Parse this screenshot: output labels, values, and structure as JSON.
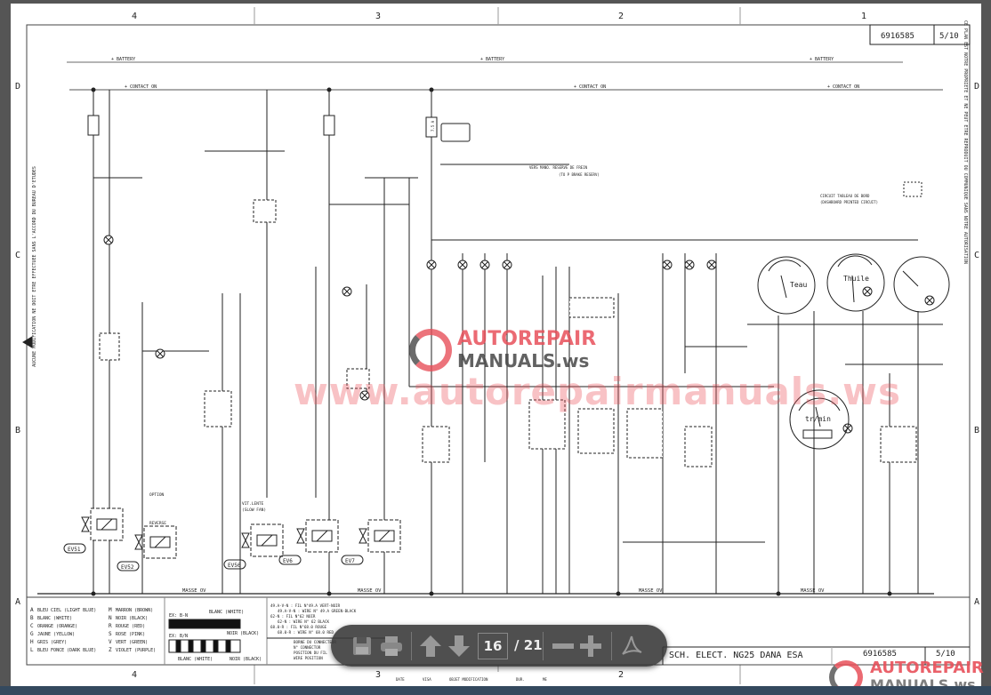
{
  "viewer": {
    "toolbar": {
      "save_icon": "floppy-disk-icon",
      "print_icon": "printer-icon",
      "prev_icon": "arrow-up-icon",
      "next_icon": "arrow-down-icon",
      "current_page": "16",
      "total_pages": "/ 21",
      "zoom_out_icon": "minus-icon",
      "zoom_in_icon": "plus-icon",
      "acrobat_icon": "acrobat-icon"
    }
  },
  "sheet": {
    "columns": [
      "4",
      "3",
      "2",
      "1"
    ],
    "rows": [
      "D",
      "C",
      "B",
      "A"
    ],
    "doc_number": "6916585",
    "sheet_number": "5/10",
    "title": "SCH. ELECT. NG25 DANA ESA",
    "left_notice": "AUCUNE MODIFICATION NE DOIT ETRE EFFECTUEE SANS L'ACCORD DU BUREAU D'ETUDES",
    "right_notice": "CE PLAN EST NOTRE PROPRIETE ET NE PEUT ETRE REPRODUIT OU COMMUNIQUE SANS NOTRE AUTORISATION",
    "revision_headers": [
      "DATE",
      "VISA",
      "OBJET MODIFICATION",
      "DUR.",
      "ME"
    ]
  },
  "diagram": {
    "battery_label": "+ BATTERY",
    "contact_label": "+ CONTACT ON",
    "ground_label": "MASSE OV",
    "fuse_label": "7.5 A",
    "brake_note": "VERS MANO. RESERVE DE FREIN",
    "brake_note_en": "(TO P BRAKE RESERV)",
    "dashboard_note": "CIRCUIT TABLEAU DE BORD",
    "dashboard_note_en": "(DASHBOARD PRINTED CIRCUIT)",
    "slow_fan": "VIT.LENTE",
    "slow_fan_en": "(SLOW FAN)",
    "option": "OPTION",
    "reverse": "REVERSE",
    "valves": [
      "EV51",
      "EV52",
      "EV56",
      "EV6",
      "EV7"
    ],
    "gauges": {
      "water_temp": "Teau",
      "oil_temp": "Thuile",
      "tachometer": "tr/min"
    }
  },
  "legend": {
    "colors": [
      [
        "A",
        "BLEU CIEL (LIGHT BLUE)",
        "M",
        "MARRON (BROWN)"
      ],
      [
        "B",
        "BLANC (WHITE)",
        "N",
        "NOIR (BLACK)"
      ],
      [
        "C",
        "ORANGE (ORANGE)",
        "R",
        "ROUGE (RED)"
      ],
      [
        "G",
        "JAUNE (YELLOW)",
        "S",
        "ROSE (PINK)"
      ],
      [
        "H",
        "GRIS (GREY)",
        "V",
        "VERT (GREEN)"
      ],
      [
        "L",
        "BLEU FONCE (DARK BLUE)",
        "Z",
        "VIOLET (PURPLE)"
      ]
    ],
    "example1": "EX: B-N",
    "example2": "EX: B/N",
    "white": "BLANC (WHITE)",
    "black": "NOIR (BLACK)",
    "wire_notes": [
      "49.A-V-N : FIL N°49.A VERT-NOIR",
      "49.A-V-N : WIRE N° 49.A GREEN-BLACK",
      "62-N : FIL N°62 NOIR",
      "62-N : WIRE N° 62 BLACK",
      "68.0-R : FIL N°68.0 ROUGE",
      "68.0-R : WIRE N° 68.0 RED"
    ],
    "connector_notes": [
      "BORNE DU CONNECTEUR",
      "N° CONNECTOR",
      "POSITION DU FIL",
      "WIRE POSITION"
    ]
  },
  "watermark": {
    "text": "www.autorepairmanuals.ws",
    "logo_line1": "AUTOREPAIR",
    "logo_line2": "MANUALS.ws",
    "accent": "#e8505a"
  }
}
